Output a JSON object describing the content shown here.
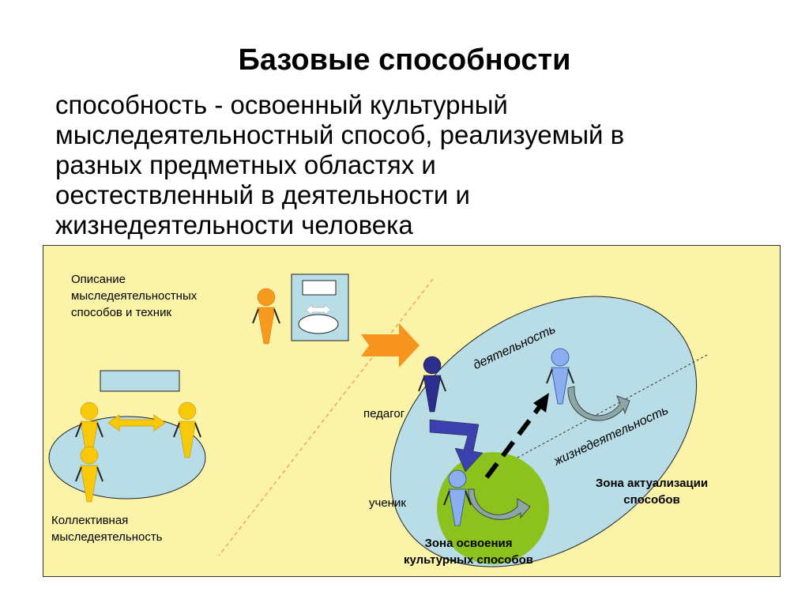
{
  "title": "Базовые способности",
  "definition_lines": [
    "способность -  освоенный культурный",
    "мыследеятельностный способ, реализуемый в",
    "разных предметных областях и",
    "оестествленный в деятельности и",
    "жизнедеятельности человека"
  ],
  "diagram": {
    "description_label": [
      "Описание",
      "мыследеятельностных",
      "способов и техник"
    ],
    "collective_label": [
      "Коллективная",
      "мыследеятельность"
    ],
    "teacher_label": "педагог",
    "student_label": "ученик",
    "activity_label": "деятельность",
    "life_activity_label": "жизнедеятельность",
    "actualization_zone_label": [
      "Зона актуализации",
      "способов"
    ],
    "mastering_zone_label": [
      "Зона освоения",
      "культурных способов"
    ]
  },
  "icons": [
    "person-icon",
    "book-icon",
    "orange-arrow-icon",
    "blue-bent-arrow-icon",
    "black-dashed-arrow-icon",
    "curved-arrow-icon"
  ],
  "colors": {
    "background_panel": "#fbf3a8",
    "ellipse_fill": "#b8dde6",
    "green_zone": "#8cc21d",
    "person_yellow": "#f7c90a",
    "person_orange": "#f79a1e",
    "person_navy": "#2b2e8c",
    "person_blue": "#8aaef0",
    "arrow_orange": "#f7941d",
    "arrow_blue": "#3c3fae"
  }
}
